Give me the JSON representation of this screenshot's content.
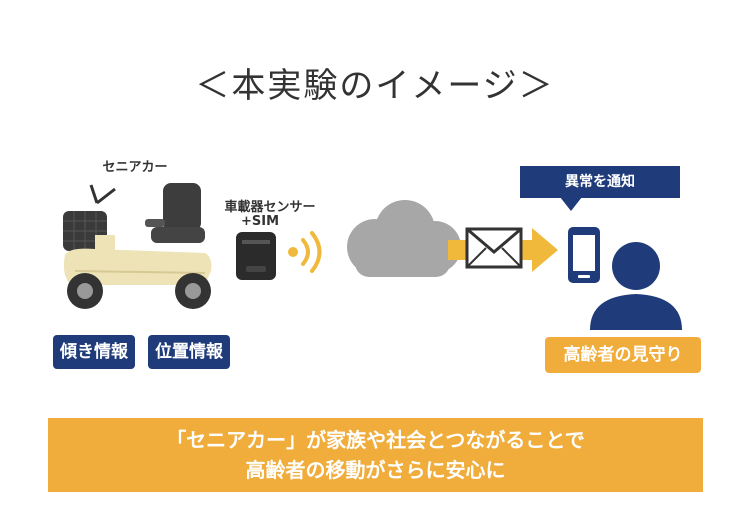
{
  "title": "＜本実験のイメージ＞",
  "scooter": {
    "label": "セニアカー",
    "tags": [
      "傾き情報",
      "位置情報"
    ]
  },
  "sensor": {
    "line1": "車載器センサー",
    "line2": "+SIM"
  },
  "notify_label": "異常を通知",
  "recipient_label": "高齢者の見守り",
  "banner": {
    "line1": "「セニアカー」が家族や社会とつながることで",
    "line2": "高齢者の移動がさらに安心に"
  },
  "colors": {
    "navy": "#1f3b7a",
    "orange": "#f0ad3c",
    "cloud": "#a7a7a7",
    "arrow": "#f0b93c"
  }
}
